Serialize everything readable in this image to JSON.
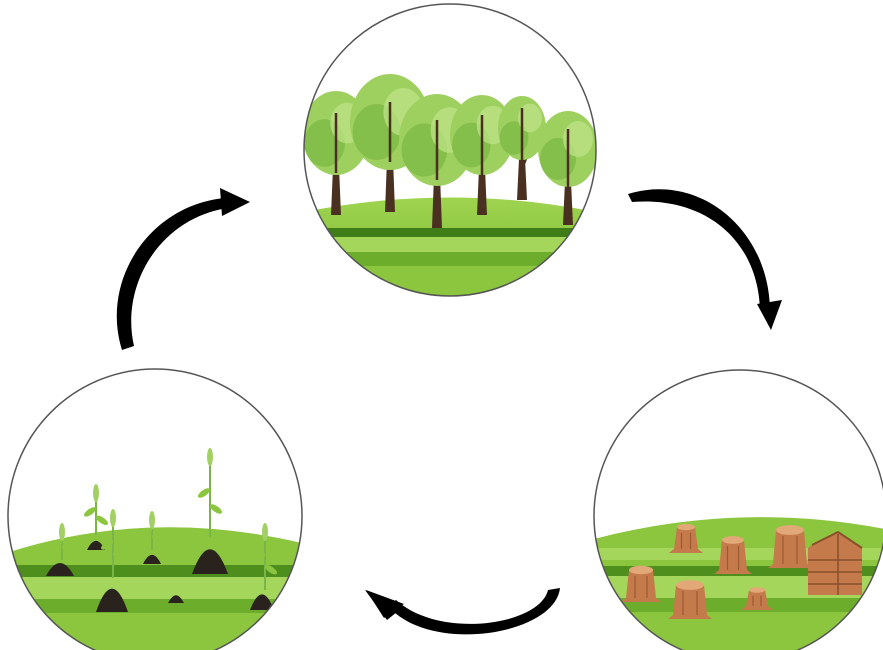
{
  "diagram": {
    "stages": [
      {
        "id": "forest",
        "icon": "forest-icon"
      },
      {
        "id": "stumps",
        "icon": "tree-stumps-icon"
      },
      {
        "id": "planting",
        "icon": "seedlings-icon"
      }
    ],
    "flow": [
      "forest",
      "stumps",
      "planting",
      "forest"
    ],
    "arrow_icon": "curved-arrow-icon",
    "colors": {
      "grass_light": "#8cc63f",
      "grass_dark": "#5a9a1e",
      "grass_band": "#3f7d17",
      "leaf": "#9ed05f",
      "leaf_dark": "#6fae3a",
      "trunk": "#4a3020",
      "stump": "#c47a4a",
      "stump_top": "#e3a878",
      "soil": "#2a221c",
      "arrow": "#000000",
      "circle_border": "#555555"
    }
  }
}
